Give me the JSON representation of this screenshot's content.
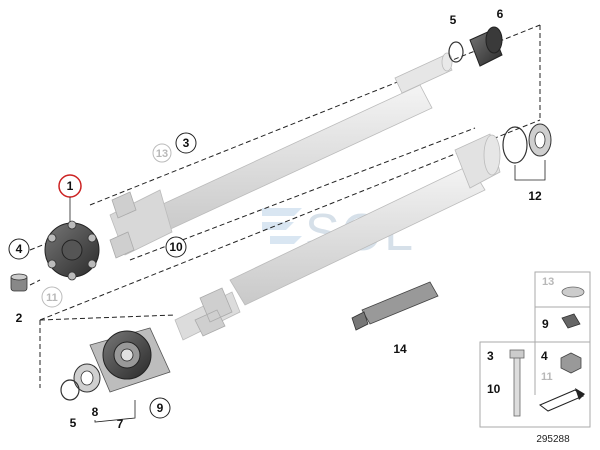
{
  "diagram": {
    "watermark": "SOL",
    "drawing_number": "295288",
    "callouts": {
      "c1": "1",
      "c2": "2",
      "c3": "3",
      "c4": "4",
      "c5": "5",
      "c6": "6",
      "c7": "7",
      "c8": "8",
      "c9": "9",
      "c10": "10",
      "c11": "11",
      "c12": "12",
      "c13": "13",
      "c14": "14"
    },
    "legend": {
      "l13": "13",
      "l9": "9",
      "l3": "3",
      "l10": "10",
      "l4": "4",
      "l11": "11"
    },
    "colors": {
      "highlight": "#cc2222",
      "part_grey": "#dcdcdc",
      "dark_part": "#444444",
      "watermark": "#cfdbe6"
    }
  }
}
